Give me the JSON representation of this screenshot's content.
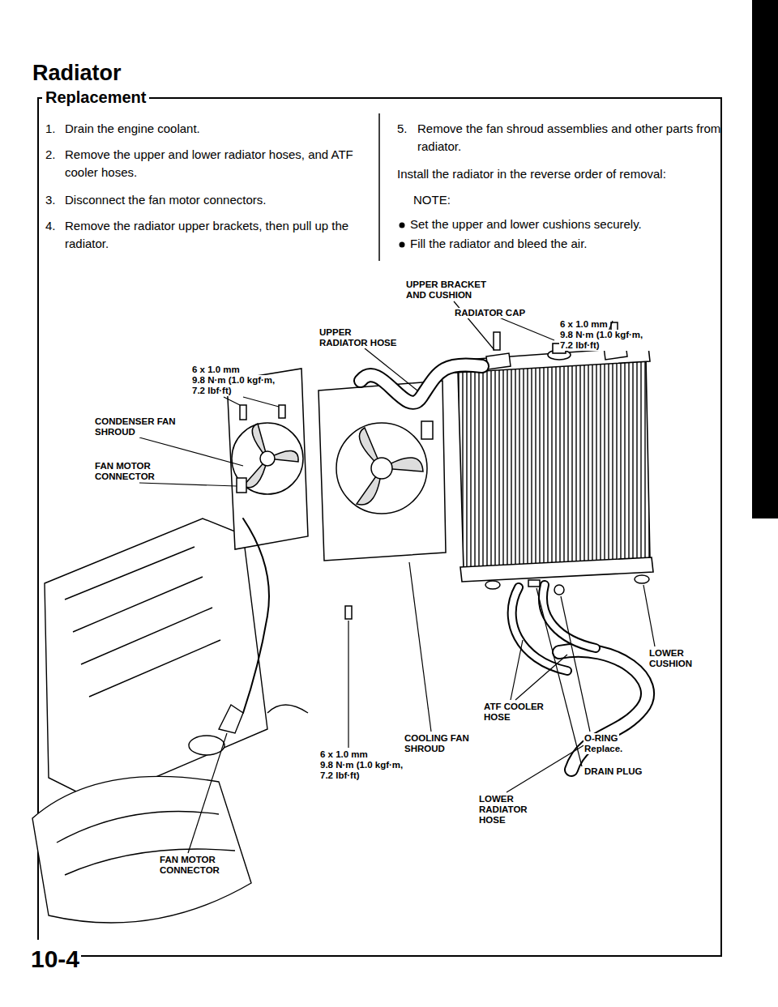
{
  "diagram": {
    "title": "Radiator",
    "labels": [
      "Replacement",
      "1.",
      "Drain the engine coolant.",
      "2.",
      "Remove the upper and lower radiator hoses, and ATF cooler hoses.",
      "3.",
      "Disconnect the fan motor connectors.",
      "4.",
      "Remove the radiator upper brackets, then pull up the radiator.",
      "5.",
      "Remove the fan shroud assemblies and other parts from radiator.",
      "Install the radiator in the reverse order of removal:",
      "NOTE:",
      "Set the upper and lower cushions securely.",
      "Fill the radiator and bleed the air.",
      "UPPER BRACKET AND CUSHION",
      "RADIATOR CAP",
      "6 x 1.0 mm",
      "9.8 N·m (1.0 kgf·m, 7.2 lbf·ft)",
      "UPPER RADIATOR HOSE",
      "6 x 1.0 mm",
      "9.8 N·m (1.0 kgf·m, 7.2 lbf·ft)",
      "CONDENSER FAN SHROUD",
      "FAN MOTOR CONNECTOR",
      "LOWER CUSHION",
      "ATF COOLER HOSE",
      "COOLING FAN SHROUD",
      "O-RING",
      "Replace.",
      "6 x 1.0 mm",
      "9.8 N·m (1.0 kgf·m, 7.2 lbf·ft)",
      "DRAIN PLUG",
      "LOWER RADIATOR HOSE",
      "FAN MOTOR CONNECTOR",
      "10-4"
    ]
  }
}
